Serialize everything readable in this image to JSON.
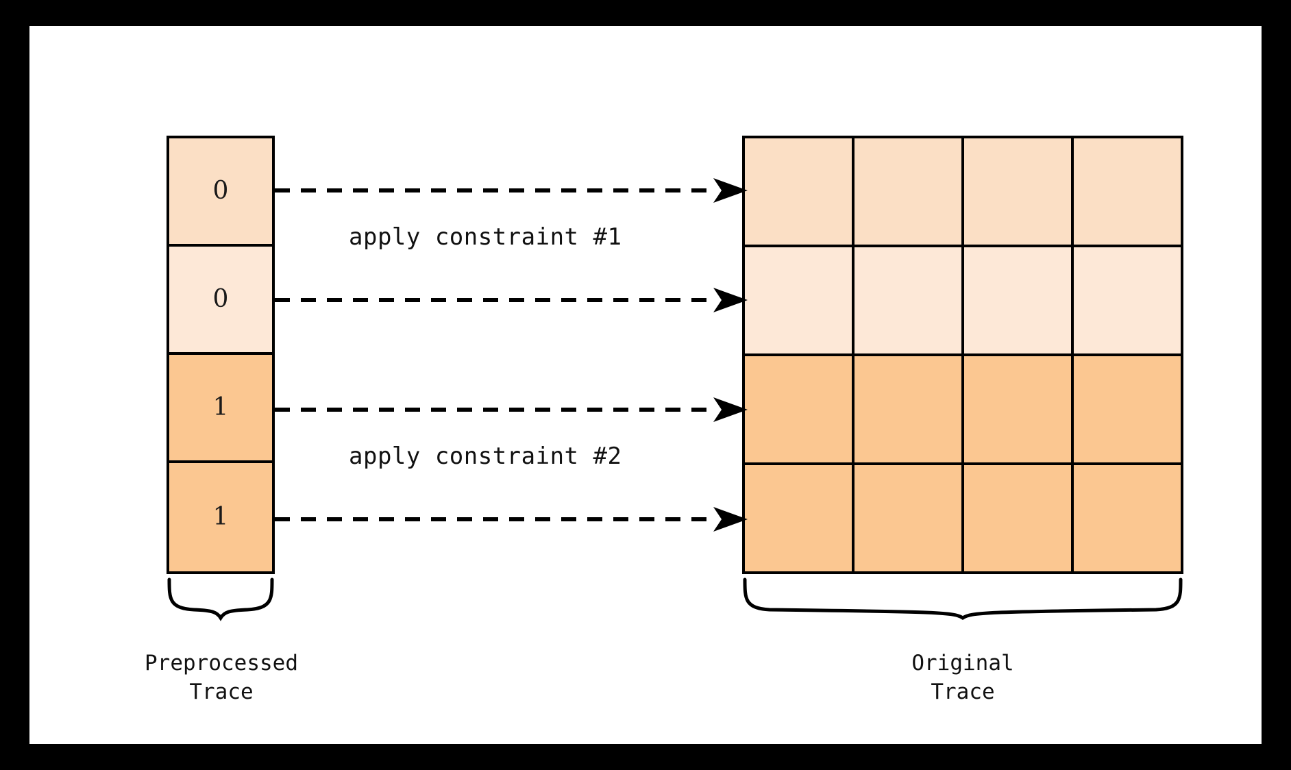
{
  "figure": {
    "frame_color": "#000000",
    "canvas_color": "#ffffff",
    "stroke_color": "#000000"
  },
  "preprocessed_trace": {
    "caption": "Preprocessed\nTrace",
    "cells": [
      {
        "value": "0",
        "color": "#FBDFC5"
      },
      {
        "value": "0",
        "color": "#FDE8D7"
      },
      {
        "value": "1",
        "color": "#FBC791"
      },
      {
        "value": "1",
        "color": "#FBC791"
      }
    ]
  },
  "original_trace": {
    "caption": "Original\nTrace",
    "columns": 4,
    "rows": [
      {
        "color": "#FBDFC5"
      },
      {
        "color": "#FDE8D7"
      },
      {
        "color": "#FBC791"
      },
      {
        "color": "#FBC791"
      }
    ]
  },
  "arrows": {
    "style": "dashed",
    "head": "stealth",
    "count": 4,
    "labels": [
      {
        "text": "apply constraint #1",
        "between_rows": "1-2"
      },
      {
        "text": "apply constraint #2",
        "between_rows": "3-4"
      }
    ]
  }
}
